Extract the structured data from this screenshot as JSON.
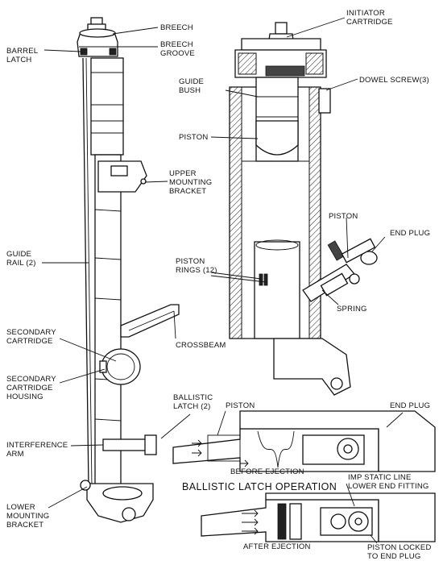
{
  "labels": {
    "breech": "BREECH",
    "barrel_latch_1": "BARREL",
    "barrel_latch_2": "LATCH",
    "breech_groove_1": "BREECH",
    "breech_groove_2": "GROOVE",
    "initiator_cartridge_1": "INITIATOR",
    "initiator_cartridge_2": "CARTRIDGE",
    "guide_bush_1": "GUIDE",
    "guide_bush_2": "BUSH",
    "dowel_screw": "DOWEL SCREW(3)",
    "piston_upper": "PISTON",
    "upper_mounting_bracket_1": "UPPER",
    "upper_mounting_bracket_2": "MOUNTING",
    "upper_mounting_bracket_3": "BRACKET",
    "piston_right": "PISTON",
    "end_plug_right": "END PLUG",
    "guide_rail_1": "GUIDE",
    "guide_rail_2": "RAIL (2)",
    "piston_rings_1": "PISTON",
    "piston_rings_2": "RINGS (12)",
    "spring": "SPRING",
    "secondary_cartridge_1": "SECONDARY",
    "secondary_cartridge_2": "CARTRIDGE",
    "crossbeam": "CROSSBEAM",
    "secondary_housing_1": "SECONDARY",
    "secondary_housing_2": "CARTRIDGE",
    "secondary_housing_3": "HOUSING",
    "ballistic_latch_1": "BALLISTIC",
    "ballistic_latch_2": "LATCH (2)",
    "piston_lower": "PISTON",
    "end_plug_lower": "END PLUG",
    "interference_arm_1": "INTERFERENCE",
    "interference_arm_2": "ARM",
    "before_ejection": "BEFORE EJECTION",
    "ballistic_latch_operation": "BALLISTIC LATCH OPERATION",
    "imp_static_line_1": "IMP STATIC LINE",
    "imp_static_line_2": "LOWER END FITTING",
    "lower_mounting_bracket_1": "LOWER",
    "lower_mounting_bracket_2": "MOUNTING",
    "lower_mounting_bracket_3": "BRACKET",
    "after_ejection": "AFTER EJECTION",
    "piston_locked_1": "PISTON LOCKED",
    "piston_locked_2": "TO END PLUG"
  }
}
